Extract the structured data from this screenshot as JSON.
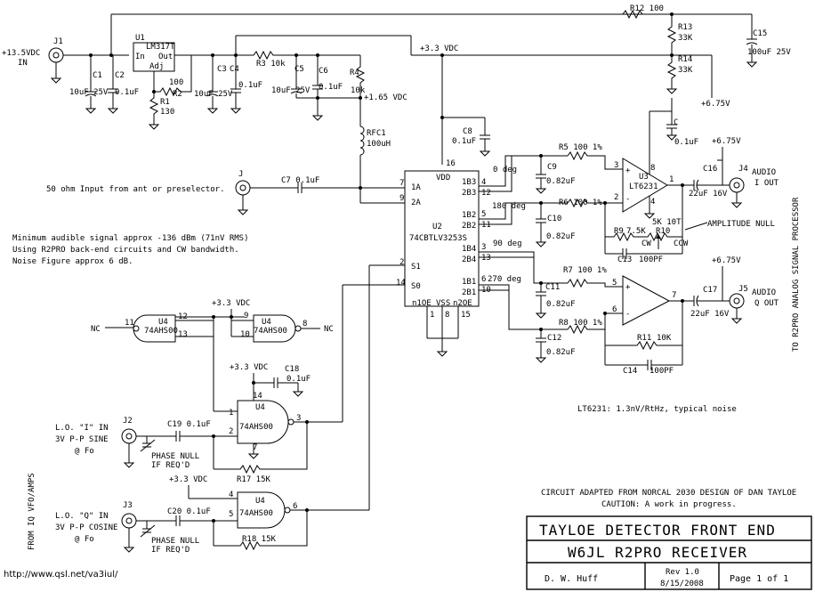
{
  "power": {
    "vin": "+13.5VDC",
    "vin2": "IN",
    "v33": "+3.3 VDC",
    "v165": "+1.65 VDC",
    "v675a": "+6.75V",
    "v675b": "+6.75V",
    "v675c": "+6.75V"
  },
  "parts": {
    "j1": "J1",
    "u1": "U1",
    "u1_part": "LM317T",
    "u1_in": "In",
    "u1_out": "Out",
    "u1_adj": "Adj",
    "c1": "C1",
    "c1v": "10uF 25V",
    "c2": "C2",
    "c2v": "0.1uF",
    "r1": "R1",
    "r1v": "130",
    "r2": "R2",
    "r2v": "100",
    "c3": "C3",
    "c3v": "10uF 25V",
    "c4": "C4",
    "c4v": "0.1uF",
    "r3": "R3 10k",
    "c5": "C5",
    "c5v": "10uF 25V",
    "c6": "C6",
    "c6v": "0.1uF",
    "r4": "R4",
    "r4v": "10k",
    "rfc1": "RFC1",
    "rfc1v": "100uH",
    "r12": "R12 100",
    "r13": "R13",
    "r13v": "33K",
    "r14": "R14",
    "r14v": "33K",
    "c15": "C15",
    "c15v": "100uF 25V",
    "c8": "C8",
    "c8v": "0.1uF",
    "j": "J",
    "c7": "C7 0.1uF",
    "u2": "U2",
    "u2_part": "74CBTLV3253S",
    "u2_vdd": "VDD",
    "u2_vss": "VSS",
    "u2_pins": [
      "1A",
      "2A",
      "S1",
      "S0",
      "1B3",
      "1B2",
      "2B3",
      "2B2",
      "1B1",
      "1B4",
      "2B4",
      "2B1",
      "n1OE",
      "n2OE"
    ],
    "pin_nums": [
      "16",
      "7",
      "9",
      "2",
      "14",
      "4",
      "12",
      "5",
      "11",
      "3",
      "13",
      "6",
      "10",
      "1",
      "8",
      "15"
    ],
    "phase": [
      "0 deg",
      "180 deg",
      "90 deg",
      "270 deg"
    ],
    "r5": "R5  100 1%",
    "r6": "R6  100 1%",
    "r7": "R7  100 1%",
    "r8": "R8  100 1%",
    "c9": "C9",
    "c9v": "0.82uF",
    "c10": "C10",
    "c10v": "0.82uF",
    "c11": "C11",
    "c11v": "0.82uF",
    "c12": "C12",
    "c12v": "0.82uF",
    "u3": "U3",
    "u3_part": "LT6231",
    "cu3": "C",
    "cu3v": "0.1uF",
    "r9": "R9",
    "r9v": "7.5K",
    "r10": "R10",
    "r10v": "5K 10T",
    "cw": "CW",
    "ccw": "CCW",
    "ampnull": "AMPLITUDE NULL",
    "c13": "C13",
    "c13v": "100PF",
    "c16": "C16",
    "c16v": "22uF  16V",
    "j4": "J4",
    "j4_l1": "AUDIO",
    "j4_l2": "I OUT",
    "c17": "C17",
    "c17v": "22uF  16V",
    "j5": "J5",
    "j5_l1": "AUDIO",
    "j5_l2": "Q OUT",
    "r11": "R11",
    "r11v": "10K",
    "c14": "C14",
    "c14v": "100PF",
    "u4": "U4",
    "u4_part": "74AHS00",
    "nc": "NC",
    "c18": "C18",
    "c18v": "0.1uF",
    "j2": "J2",
    "c19": "C19  0.1uF",
    "r17": "R17 15K",
    "j3": "J3",
    "c20": "C20  0.1uF",
    "r18": "R18 15K",
    "gate_pins": [
      "11",
      "12",
      "13",
      "9",
      "10",
      "8",
      "14",
      "1",
      "2",
      "3",
      "7",
      "4",
      "5",
      "6"
    ],
    "opamp_pins": [
      "3",
      "2",
      "8",
      "1",
      "4",
      "5",
      "6",
      "7"
    ],
    "plus": "+",
    "minus": "-"
  },
  "notes": {
    "input": "50 ohm Input from ant or preselector.",
    "min1": "Minimum audible signal approx -136 dBm (71nV RMS)",
    "min2": "Using R2PRO back-end circuits and CW bandwidth.",
    "min3": "Noise Figure approx 6 dB.",
    "noise": "LT6231:   1.3nV/RtHz, typical noise",
    "lo_i1": "L.O. \"I\" IN",
    "lo_i2": "3V P-P SINE",
    "lo_i3": "@ Fo",
    "lo_q1": "L.O. \"Q\" IN",
    "lo_q2": "3V P-P COSINE",
    "lo_q3": "@ Fo",
    "pn1": "PHASE NULL",
    "pn2": "IF REQ'D",
    "pn3": "PHASE NULL",
    "pn4": "IF REQ'D",
    "from_iq": "FROM IQ VFO/AMPS",
    "to_r2pro": "TO R2PRO ANALOG SIGNAL PROCESSOR",
    "adapted": "CIRCUIT ADAPTED FROM NORCAL 2030 DESIGN OF DAN TAYLOE",
    "caution": "CAUTION:  A work in progress.",
    "url": "http://www.qsl.net/va3iul/"
  },
  "title_block": {
    "title": "TAYLOE DETECTOR FRONT END",
    "subtitle": "W6JL R2PRO RECEIVER",
    "author": "D. W. Huff",
    "rev": "Rev 1.0",
    "date": "8/15/2008",
    "page": "Page 1 of 1"
  }
}
